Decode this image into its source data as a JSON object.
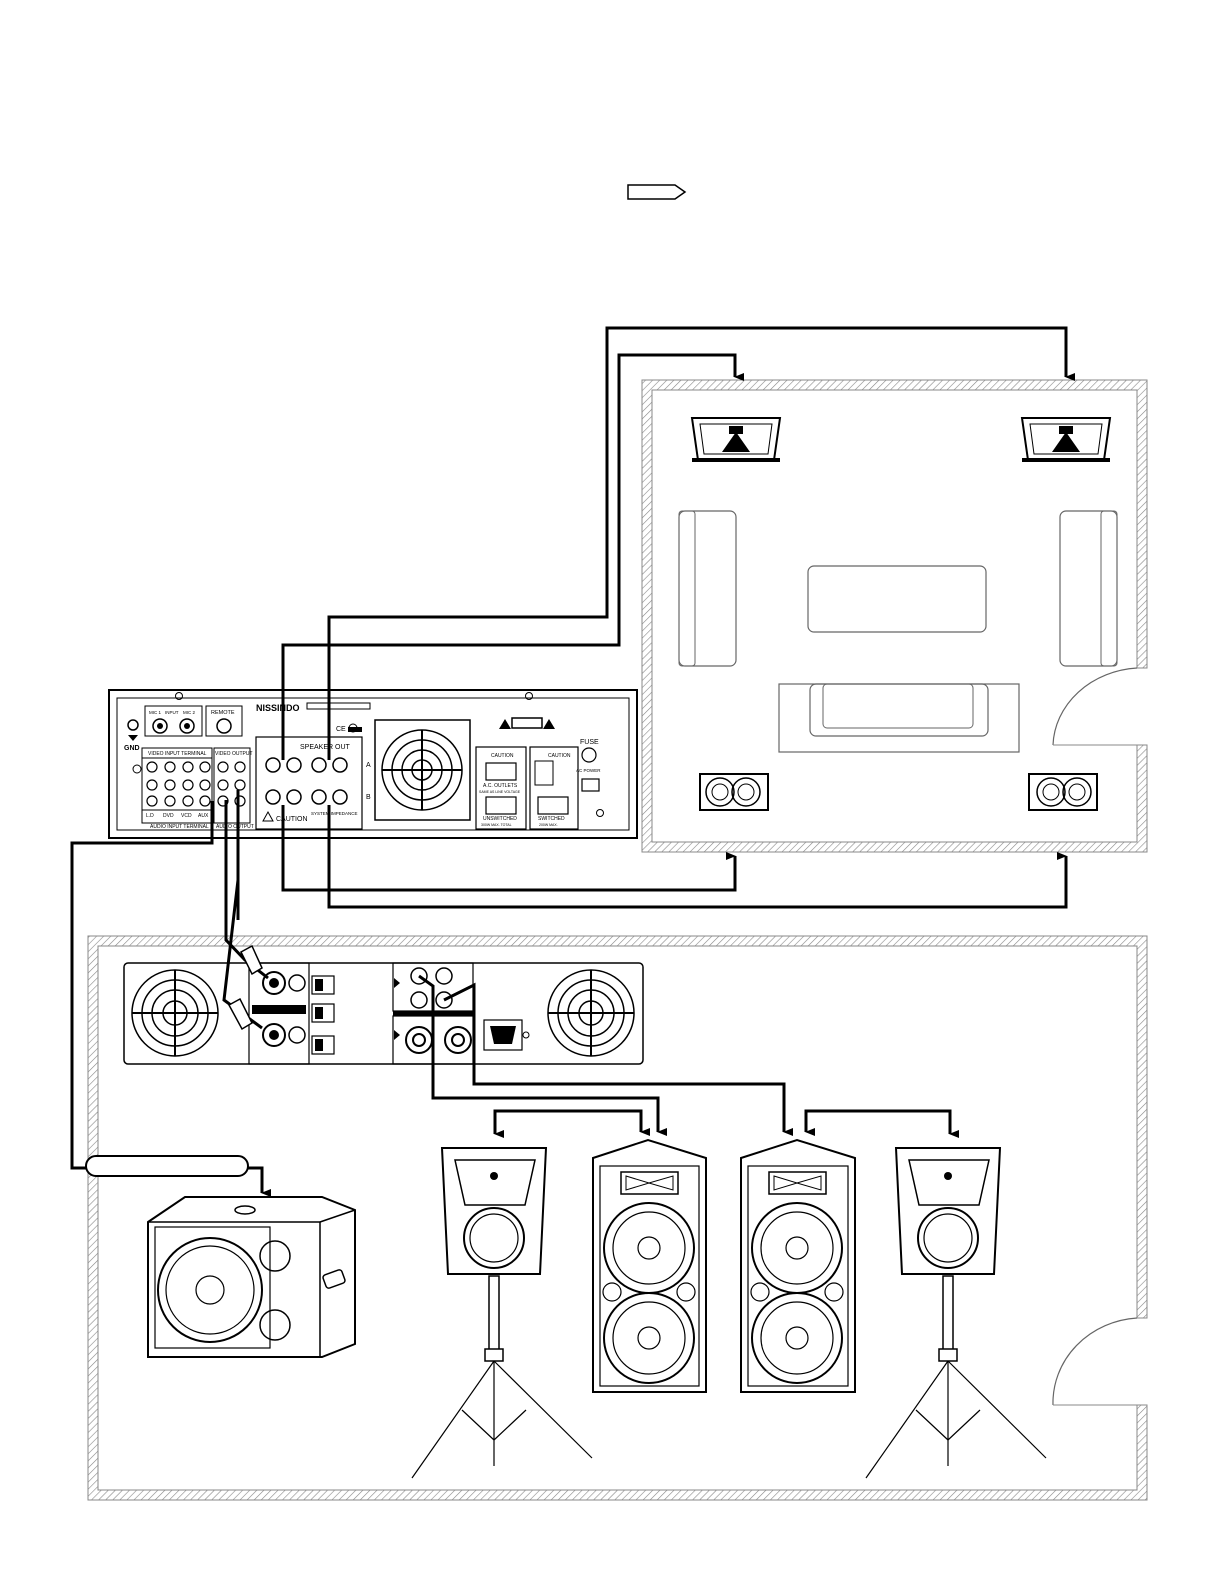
{
  "amplifier": {
    "brand": "NISSINDO",
    "gnd": "GND",
    "remote": "REMOTE",
    "mic1": "MIC 1",
    "input": "INPUT",
    "mic2": "MIC 2",
    "video_input_terminal": "VIDEO INPUT TERMINAL",
    "video_output": "VIDEO OUTPUT",
    "audio_input_terminal": "AUDIO INPUT TERMINAL",
    "audio_output": "AUDIO OUTPUT",
    "input_ld": "L.D",
    "input_dvd": "DVD",
    "input_vcd": "VCD",
    "input_aux": "AUX",
    "speaker_out": "SPEAKER OUT",
    "channel_a": "A",
    "channel_b": "B",
    "caution": "CAUTION",
    "system_impedance": "SYSTEM IMPEDANCE",
    "fuse": "FUSE",
    "ac_power": "AC POWER",
    "ac_outlets": "A.C. OUTLETS",
    "unswitched": "UNSWITCHED",
    "unswitched_rating": "300W MAX. TOTAL",
    "switched": "SWITCHED",
    "switched_rating": "200W MAX.",
    "outlet_caution": "CAUTION",
    "same_ac": "SAME AS LINE VOLTAGE"
  },
  "colors": {
    "line": "#000000",
    "wall_hatch": "#888888",
    "furniture": "#666666"
  }
}
